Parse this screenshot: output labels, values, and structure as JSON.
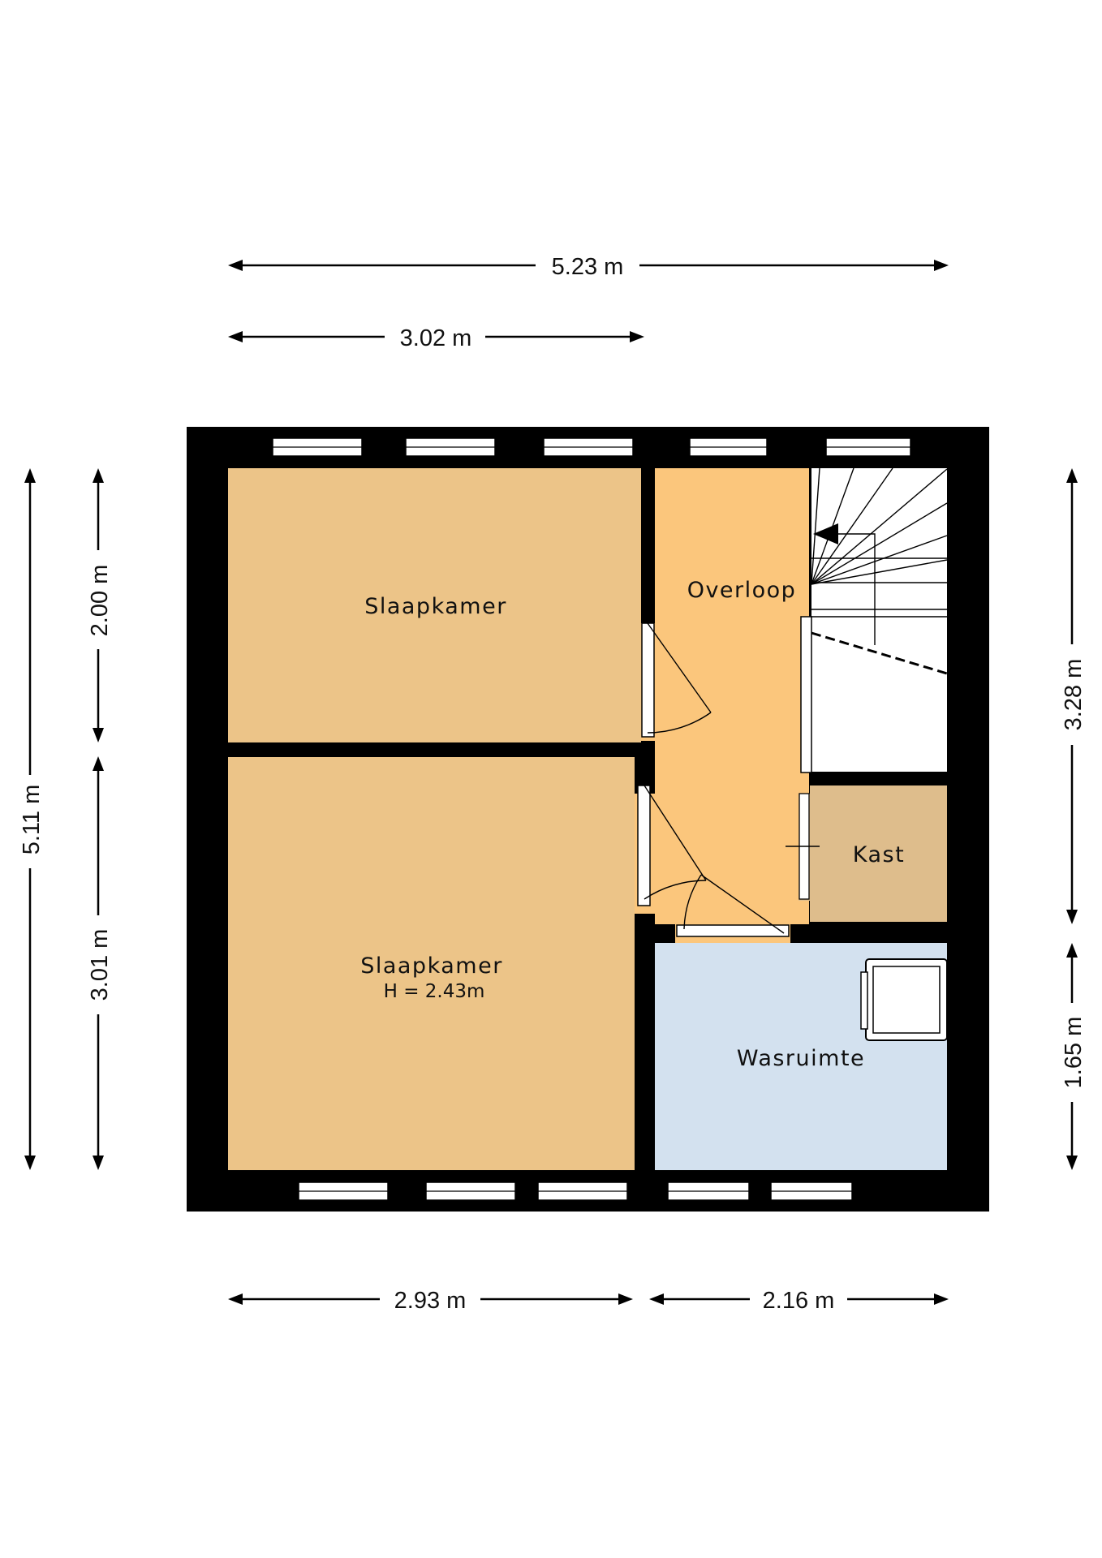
{
  "rooms": {
    "bedroom_top": {
      "label": "Slaapkamer"
    },
    "bedroom_bottom": {
      "label": "Slaapkamer",
      "height": "H = 2.43m"
    },
    "landing": {
      "label": "Overloop"
    },
    "closet": {
      "label": "Kast"
    },
    "laundry": {
      "label": "Wasruimte"
    }
  },
  "dimensions": {
    "total_width": "5.23 m",
    "top_partial_width": "3.02 m",
    "total_height": "5.11 m",
    "left_top_height": "2.00 m",
    "left_bottom_height": "3.01 m",
    "right_top_height": "3.28 m",
    "right_bottom_height": "1.65 m",
    "bottom_left_width": "2.93 m",
    "bottom_right_width": "2.16 m"
  },
  "colors": {
    "bedroom": "#ECC488",
    "landing": "#FBC67C",
    "closet": "#DEBD8C",
    "laundry": "#D3E1EF",
    "stairs": "#FFFFFF",
    "wall": "#000000"
  }
}
